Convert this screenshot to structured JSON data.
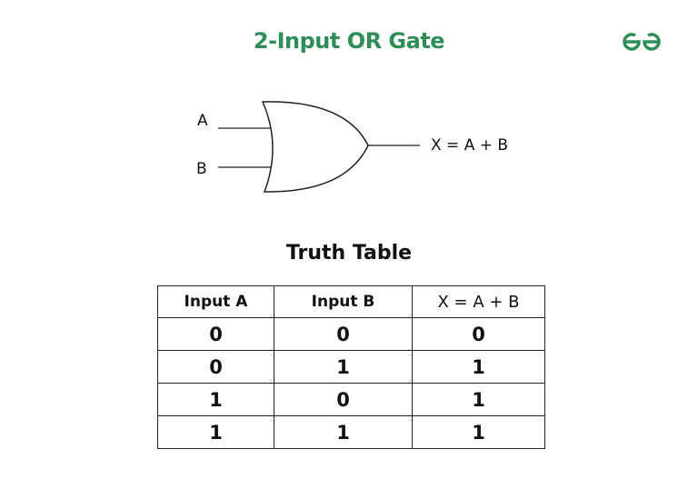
{
  "title": "2-Input OR Gate",
  "logo": "GfG",
  "brand_color": "#2f8d5a",
  "diagram": {
    "input_a": "A",
    "input_b": "B",
    "output": "X = A + B"
  },
  "truth_table": {
    "title": "Truth Table",
    "headers": [
      "Input A",
      "Input B",
      "X = A + B"
    ],
    "rows": [
      [
        "0",
        "0",
        "0"
      ],
      [
        "0",
        "1",
        "1"
      ],
      [
        "1",
        "0",
        "1"
      ],
      [
        "1",
        "1",
        "1"
      ]
    ]
  }
}
